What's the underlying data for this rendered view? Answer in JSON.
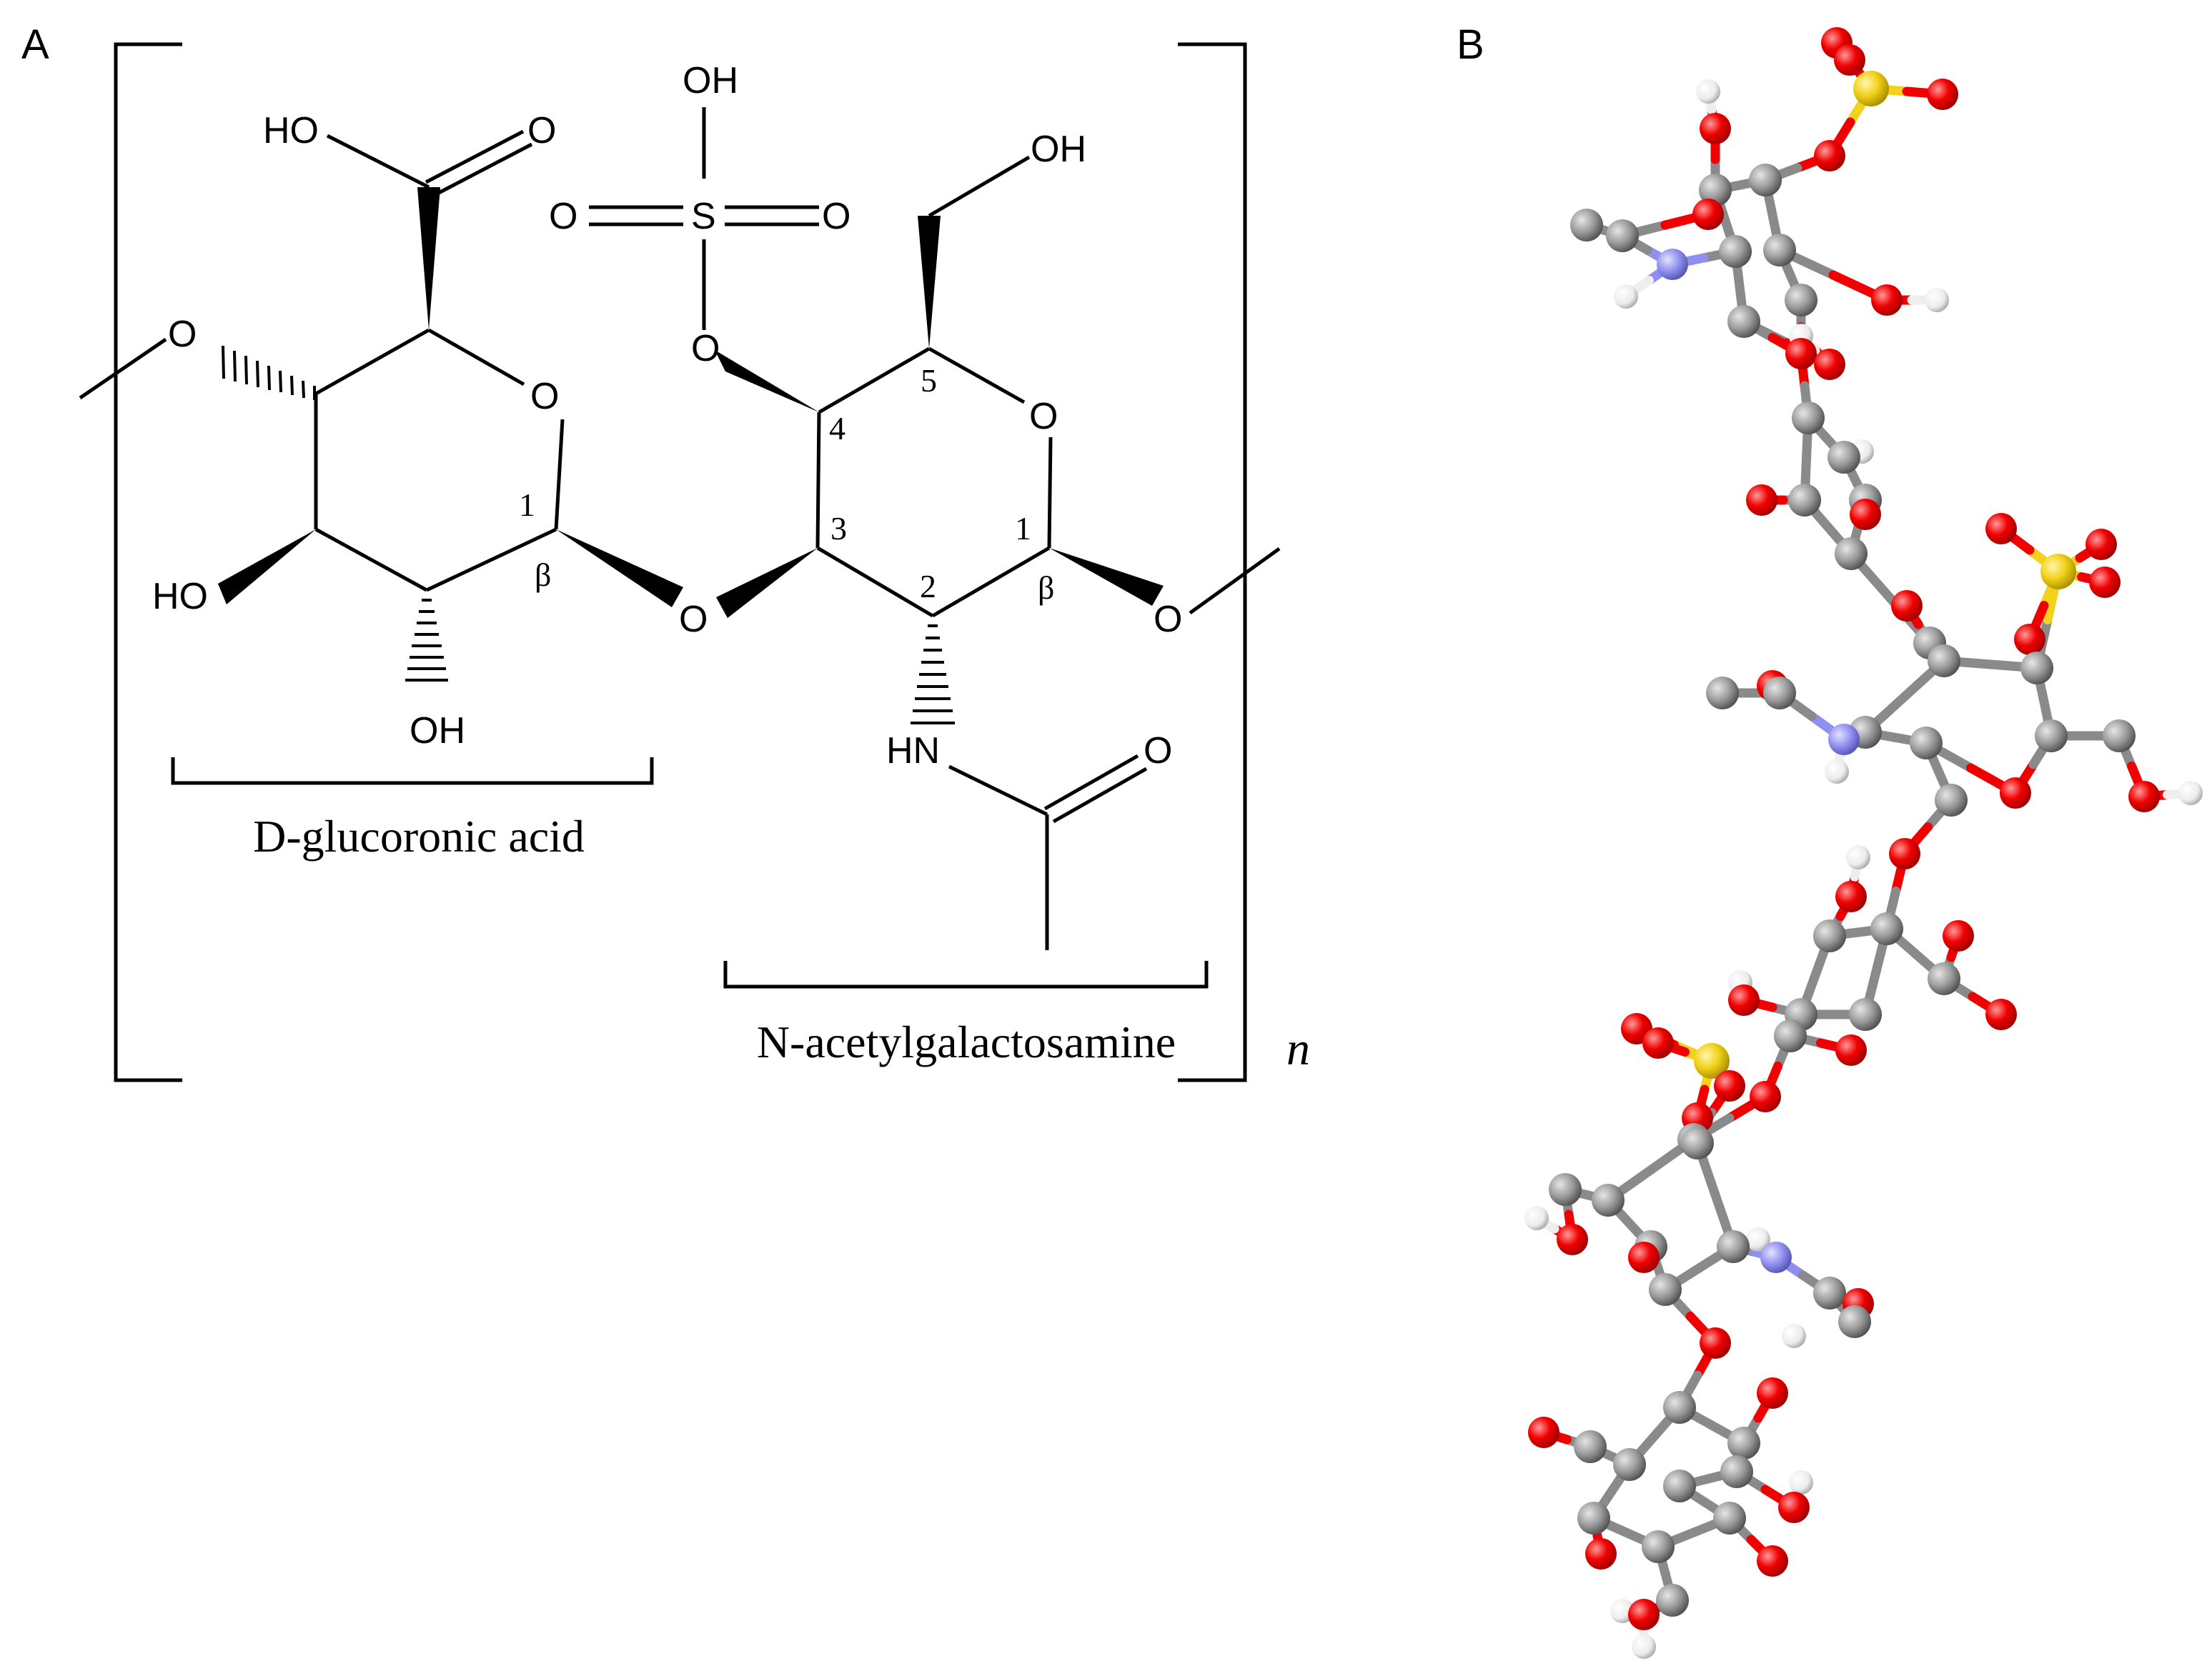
{
  "panels": {
    "a": {
      "label": "A",
      "atoms": {
        "carboxyl_oh": "HO",
        "carboxyl_o": "O",
        "glc_o4_linkage": "O",
        "glc_ring_o": "O",
        "glc_o2_ho": "HO",
        "glc_o3_oh": "OH",
        "glycosidic_o": "O",
        "sulfate_oh": "OH",
        "sulfate_s": "S",
        "sulfate_o_left": "O",
        "sulfate_o_right": "O",
        "sulfate_ester_o": "O",
        "c6_oh": "OH",
        "galnac_ring_o": "O",
        "galnac_c1_o": "O",
        "nh": "HN",
        "acetyl_o": "O"
      },
      "position_numbers": {
        "glc_c1": "1",
        "galnac_c1": "1",
        "galnac_c2": "2",
        "galnac_c3": "3",
        "galnac_c4": "4",
        "galnac_c5": "5"
      },
      "anomeric": {
        "glc": "β",
        "galnac": "β"
      },
      "units": {
        "glucuronic": "D-glucoronic acid",
        "galnac": "N-acetylgalactosamine"
      },
      "repeat_label": "n"
    },
    "b": {
      "label": "B",
      "colors": {
        "carbon": "#8a8a8a",
        "oxygen": "#f00000",
        "sulfur": "#f2d21a",
        "nitrogen": "#8f8ff0",
        "hydrogen": "#eeeeee"
      }
    }
  }
}
